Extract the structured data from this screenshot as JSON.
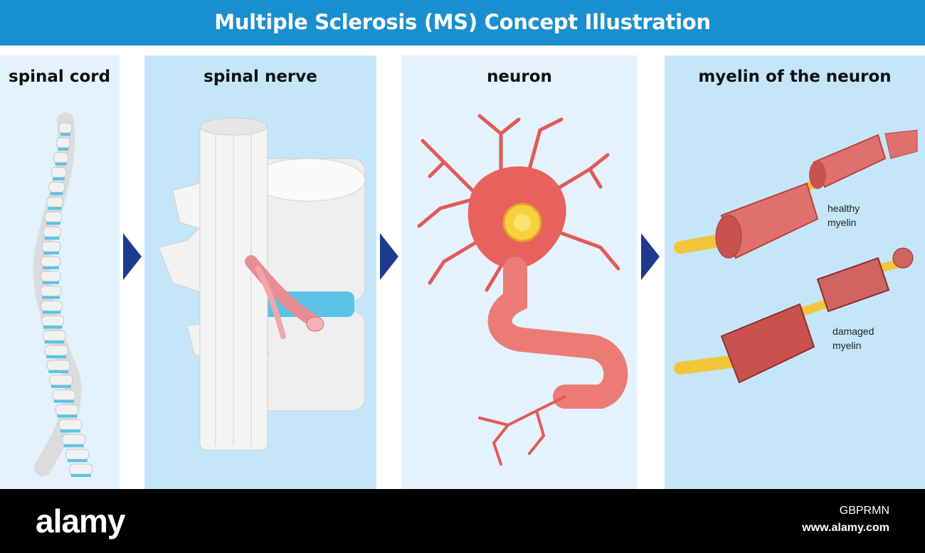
{
  "header": {
    "title": "Multiple Sclerosis (MS) Concept Illustration"
  },
  "panels": [
    {
      "title": "spinal cord"
    },
    {
      "title": "spinal nerve"
    },
    {
      "title": "neuron"
    },
    {
      "title": "myelin of the neuron"
    }
  ],
  "myelin": {
    "healthy_label": [
      "healthy",
      "myelin"
    ],
    "damaged_label": [
      "damaged",
      "myelin"
    ]
  },
  "watermark": {
    "logo": "alamy",
    "image_id": "GBPRMN",
    "url": "www.alamy.com"
  },
  "colors": {
    "header": "#1a8fcf",
    "panel_light": "#e3f2fc",
    "panel_mid": "#c5e6f8",
    "arrow": "#1e3a8f",
    "myelin": "#e0706e",
    "axon": "#f3c53a"
  }
}
